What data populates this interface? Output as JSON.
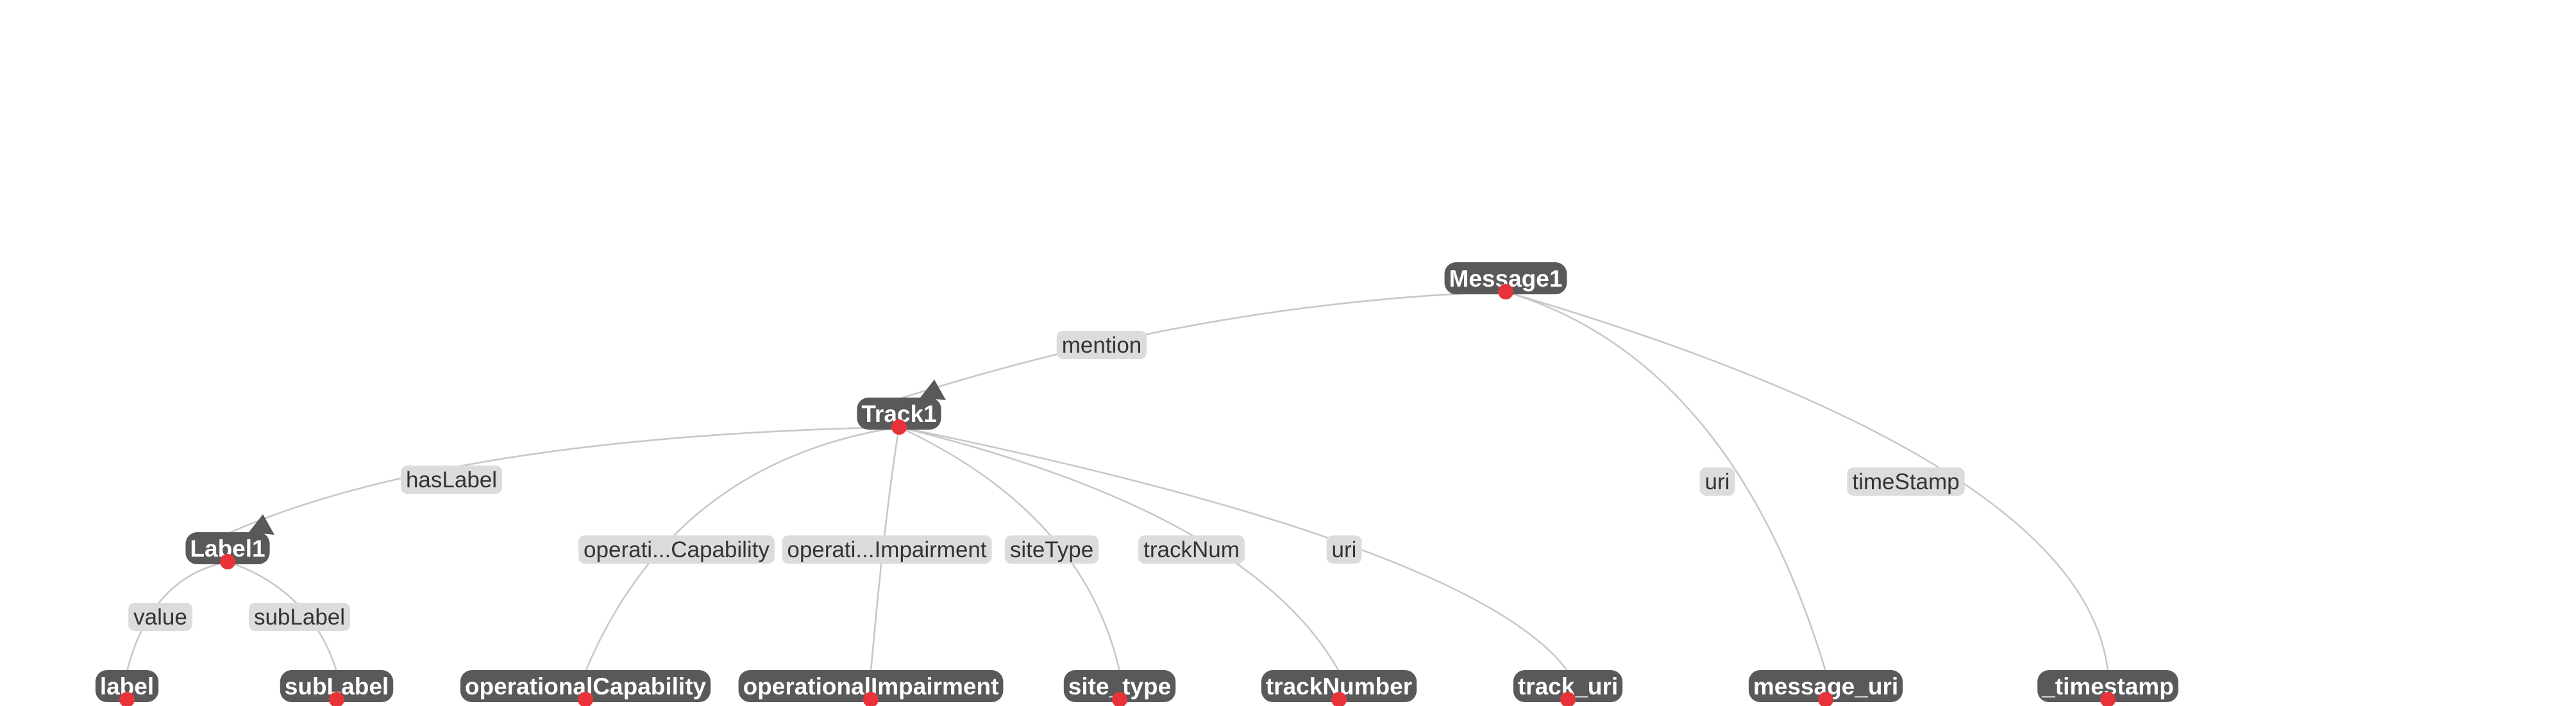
{
  "nodes": [
    {
      "id": "message1",
      "label": "Message1"
    },
    {
      "id": "track1",
      "label": "Track1"
    },
    {
      "id": "label1",
      "label": "Label1"
    },
    {
      "id": "label",
      "label": "label"
    },
    {
      "id": "sublabel",
      "label": "subLabel"
    },
    {
      "id": "opcap",
      "label": "operationalCapability"
    },
    {
      "id": "opimp",
      "label": "operationalImpairment"
    },
    {
      "id": "sitetype",
      "label": "site_type"
    },
    {
      "id": "tracknumber",
      "label": "trackNumber"
    },
    {
      "id": "trackuri",
      "label": "track_uri"
    },
    {
      "id": "messageuri",
      "label": "message_uri"
    },
    {
      "id": "timestamp",
      "label": "_timestamp"
    }
  ],
  "edges": [
    {
      "from": "message1",
      "to": "track1",
      "label": "mention"
    },
    {
      "from": "message1",
      "to": "messageuri",
      "label": "uri"
    },
    {
      "from": "message1",
      "to": "timestamp",
      "label": "timeStamp"
    },
    {
      "from": "track1",
      "to": "label1",
      "label": "hasLabel"
    },
    {
      "from": "track1",
      "to": "opcap",
      "label": "operati...Capability"
    },
    {
      "from": "track1",
      "to": "opimp",
      "label": "operati...Impairment"
    },
    {
      "from": "track1",
      "to": "sitetype",
      "label": "siteType"
    },
    {
      "from": "track1",
      "to": "tracknumber",
      "label": "trackNum"
    },
    {
      "from": "track1",
      "to": "trackuri",
      "label": "uri"
    },
    {
      "from": "label1",
      "to": "label",
      "label": "value"
    },
    {
      "from": "label1",
      "to": "sublabel",
      "label": "subLabel"
    }
  ]
}
